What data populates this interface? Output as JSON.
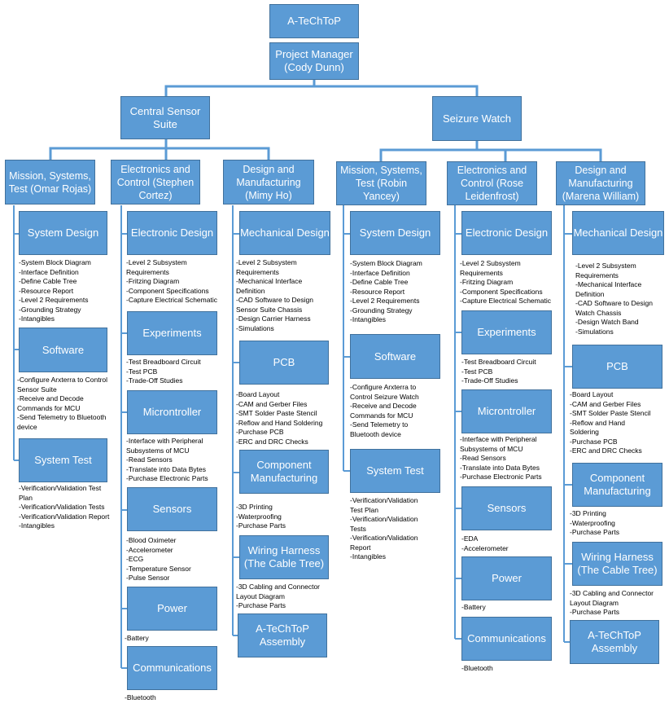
{
  "colors": {
    "box_fill": "#5b9bd5",
    "box_border": "#41719c",
    "box_text": "#ffffff",
    "connector": "#5b9bd5"
  },
  "top": {
    "title": "A-TeChToP",
    "manager": "Project Manager\n(Cody Dunn)"
  },
  "central": {
    "title": "Central Sensor\nSuite",
    "mission": {
      "title": "Mission, Systems,\nTest (Omar Rojas)",
      "system_design": {
        "label": "System Design",
        "items": "-System Block Diagram\n-Interface Definition\n-Define Cable Tree\n-Resource Report\n-Level 2 Requirements\n-Grounding Strategy\n-Intangibles"
      },
      "software": {
        "label": "Software",
        "items": "-Configure Arxterra to Control\nSensor Suite\n-Receive and Decode\nCommands for MCU\n-Send Telemetry to Bluetooth\ndevice"
      },
      "system_test": {
        "label": "System Test",
        "items": "-Verification/Validation Test\nPlan\n-Verification/Validation Tests\n-Verification/Validation Report\n-Intangibles"
      }
    },
    "electronics": {
      "title": "Electronics and\nControl (Stephen\nCortez)",
      "electronic_design": {
        "label": "Electronic Design",
        "items": "-Level 2 Subsystem\nRequirements\n-Fritzing Diagram\n-Component Specifications\n-Capture Electrical Schematic"
      },
      "experiments": {
        "label": "Experiments",
        "items": "-Test Breadboard Circuit\n-Test PCB\n-Trade-Off Studies"
      },
      "microcontroller": {
        "label": "Microntroller",
        "items": "-Interface with Peripheral\nSubsystems of MCU\n-Read Sensors\n-Translate into Data Bytes\n-Purchase Electronic Parts"
      },
      "sensors": {
        "label": "Sensors",
        "items": "-Blood Oximeter\n-Accelerometer\n-ECG\n-Temperature Sensor\n-Pulse Sensor"
      },
      "power": {
        "label": "Power",
        "items": "-Battery"
      },
      "communications": {
        "label": "Communications",
        "items": "-Bluetooth"
      }
    },
    "design": {
      "title": "Design and\nManufacturing\n(Mimy Ho)",
      "mechanical_design": {
        "label": "Mechanical Design",
        "items": "-Level 2 Subsystem\nRequirements\n-Mechanical Interface\nDefinition\n-CAD Software to Design\nSensor Suite Chassis\n-Design Carrier Harness\n-Simulations"
      },
      "pcb": {
        "label": "PCB",
        "items": "-Board Layout\n-CAM and Gerber Files\n-SMT Solder Paste Stencil\n-Reflow and Hand Soldering\n-Purchase PCB\n-ERC and DRC Checks"
      },
      "component_manufacturing": {
        "label": "Component\nManufacturing",
        "items": "-3D Printing\n-Waterproofing\n-Purchase Parts"
      },
      "wiring_harness": {
        "label": "Wiring Harness\n(The Cable Tree)",
        "items": "-3D Cabling and Connector\nLayout Diagram\n-Purchase Parts"
      },
      "assembly": {
        "label": "A-TeChToP\nAssembly"
      }
    }
  },
  "seizure": {
    "title": "Seizure Watch",
    "mission": {
      "title": "Mission, Systems,\nTest (Robin\nYancey)",
      "system_design": {
        "label": "System Design",
        "items": "-System Block Diagram\n-Interface Definition\n-Define Cable Tree\n-Resource Report\n-Level 2 Requirements\n-Grounding Strategy\n-Intangibles"
      },
      "software": {
        "label": "Software",
        "items": "-Configure Arxterra to\nControl Seizure Watch\n-Receive and Decode\nCommands for MCU\n-Send Telemetry to\nBluetooth device"
      },
      "system_test": {
        "label": "System Test",
        "items": "-Verification/Validation\nTest Plan\n-Verification/Validation\nTests\n-Verification/Validation\nReport\n-Intangibles"
      }
    },
    "electronics": {
      "title": "Electronics and\nControl (Rose\nLeidenfrost)",
      "electronic_design": {
        "label": "Electronic Design",
        "items": "-Level 2 Subsystem\nRequirements\n-Fritzing Diagram\n-Component Specifications\n-Capture Electrical Schematic"
      },
      "experiments": {
        "label": "Experiments",
        "items": "-Test Breadboard Circuit\n-Test PCB\n-Trade-Off Studies"
      },
      "microcontroller": {
        "label": "Microntroller",
        "items": "-Interface with Peripheral\nSubsystems of MCU\n-Read Sensors\n-Translate into Data Bytes\n-Purchase Electronic Parts"
      },
      "sensors": {
        "label": "Sensors",
        "items": "-EDA\n-Accelerometer"
      },
      "power": {
        "label": "Power",
        "items": "-Battery"
      },
      "communications": {
        "label": "Communications",
        "items": "-Bluetooth"
      }
    },
    "design": {
      "title": "Design and\nManufacturing\n(Marena William)",
      "mechanical_design": {
        "label": "Mechanical Design",
        "items": "-Level 2 Subsystem\nRequirements\n-Mechanical Interface\nDefinition\n-CAD Software to Design\nWatch Chassis\n-Design Watch Band\n-Simulations"
      },
      "pcb": {
        "label": "PCB",
        "items": "-Board Layout\n-CAM and Gerber Files\n-SMT Solder Paste Stencil\n-Reflow and Hand\nSoldering\n-Purchase PCB\n-ERC and DRC Checks"
      },
      "component_manufacturing": {
        "label": "Component\nManufacturing",
        "items": "-3D Printing\n-Waterproofing\n-Purchase Parts"
      },
      "wiring_harness": {
        "label": "Wiring Harness\n(The Cable Tree)",
        "items": "-3D Cabling and Connector\nLayout Diagram\n-Purchase Parts"
      },
      "assembly": {
        "label": "A-TeChToP\nAssembly"
      }
    }
  }
}
